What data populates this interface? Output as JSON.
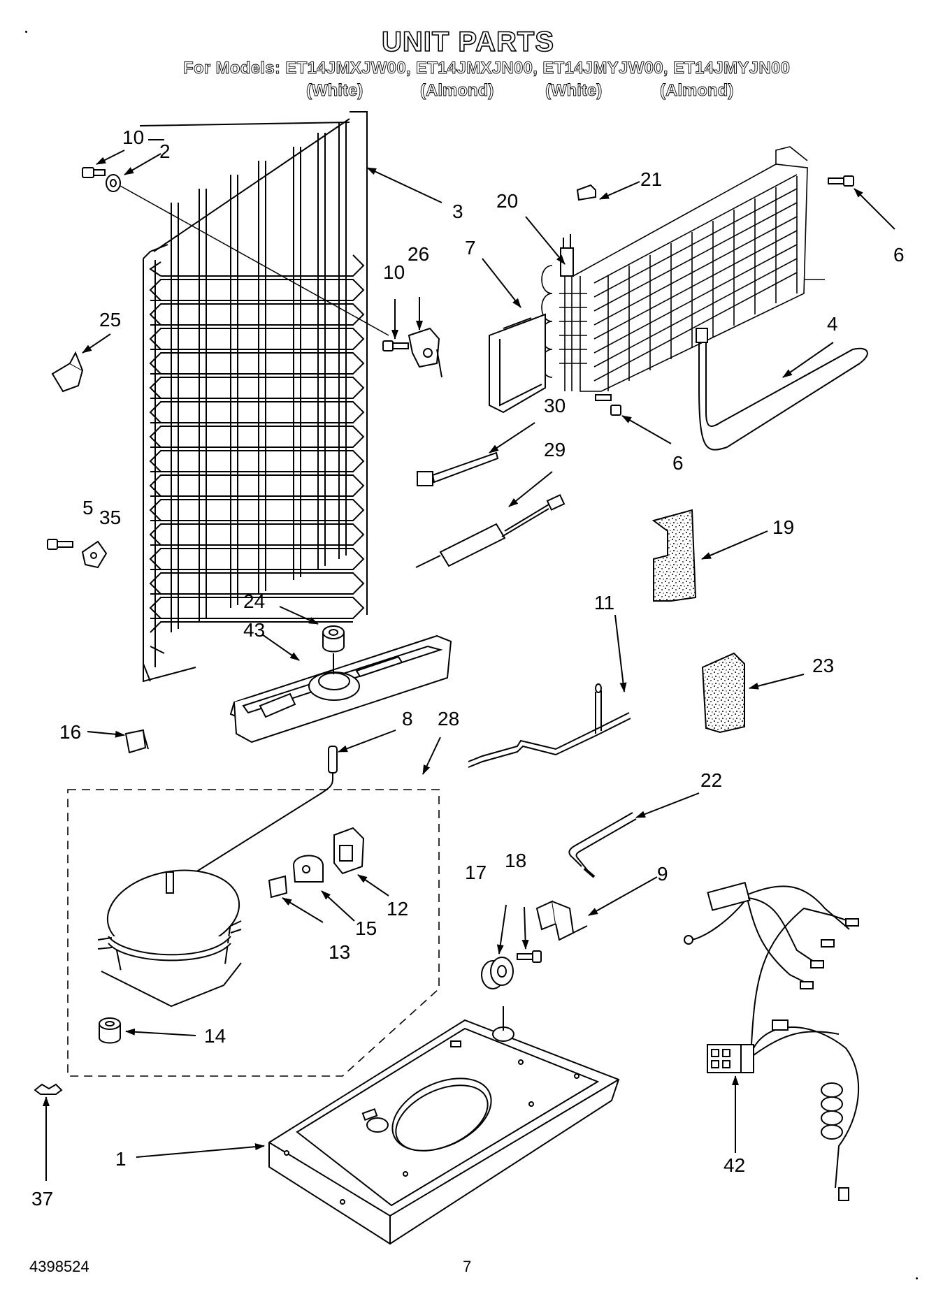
{
  "header": {
    "title": "UNIT PARTS",
    "models_line": "For Models: ET14JMXJW00, ET14JMXJN00, ET14JMYJW00, ET14JMYJN00",
    "colors": [
      "(White)",
      "(Almond)",
      "(White)",
      "(Almond)"
    ]
  },
  "footer": {
    "doc_number": "4398524",
    "page_number": "7"
  },
  "callouts": {
    "c1": "1",
    "c2": "2",
    "c3": "3",
    "c4": "4",
    "c5": "5",
    "c6a": "6",
    "c6b": "6",
    "c7": "7",
    "c8": "8",
    "c9": "9",
    "c10a": "10",
    "c10b": "10",
    "c11": "11",
    "c12": "12",
    "c13": "13",
    "c14": "14",
    "c15": "15",
    "c16": "16",
    "c17": "17",
    "c18": "18",
    "c19": "19",
    "c20": "20",
    "c21": "21",
    "c22": "22",
    "c23": "23",
    "c24": "24",
    "c25": "25",
    "c26": "26",
    "c28": "28",
    "c29": "29",
    "c30": "30",
    "c35": "35",
    "c37": "37",
    "c42": "42",
    "c43": "43"
  }
}
